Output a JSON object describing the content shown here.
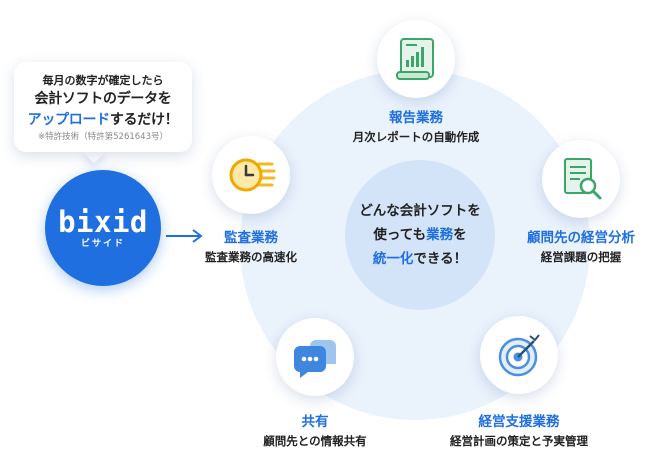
{
  "bubble": {
    "line1": "毎月の数字が確定したら",
    "line2": "会計ソフトのデータを",
    "line3_highlight": "アップロード",
    "line3_rest": "するだけ！",
    "note": "※特許技術（特許第5261643号）"
  },
  "logo": {
    "name": "bixid",
    "kana": "ビサイド"
  },
  "center": {
    "line1": "どんな会計ソフトを",
    "line2_pre": "使っても",
    "line2_highlight": "業務",
    "line2_post": "を",
    "line3_highlight": "統一化",
    "line3_post": "できる！"
  },
  "services": [
    {
      "title": "報告業務",
      "subtitle": "月次レポートの自動作成",
      "icon": "report-chart-icon"
    },
    {
      "title": "顧問先の経営分析",
      "subtitle": "経営課題の把握",
      "icon": "document-search-icon"
    },
    {
      "title": "経営支援業務",
      "subtitle": "経営計画の策定と予実管理",
      "icon": "target-arrow-icon"
    },
    {
      "title": "共有",
      "subtitle": "顧問先との情報共有",
      "icon": "chat-bubble-icon"
    },
    {
      "title": "監査業務",
      "subtitle": "監査業務の高速化",
      "icon": "fast-clock-icon"
    }
  ],
  "colors": {
    "accent": "#1f6fe0",
    "circle": "#eaf2fc",
    "center": "#d3e4f8"
  }
}
